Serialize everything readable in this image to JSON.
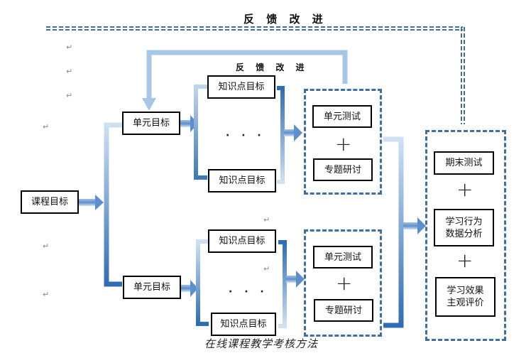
{
  "diagram": {
    "caption": "在线课程教学考核方法",
    "feedback_outer": "反 馈 改 进",
    "feedback_inner": "反 馈 改 进",
    "course_goal": "课程目标",
    "unit_goal_top": "单元目标",
    "unit_goal_bottom": "单元目标",
    "top_group": {
      "knowledge_first": "知识点目标",
      "ellipsis": "· · ·",
      "knowledge_last": "知识点目标",
      "unit_test": "单元测试",
      "plus": "+",
      "topic_study": "专题研讨"
    },
    "bottom_group": {
      "knowledge_first": "知识点目标",
      "ellipsis": "· · ·",
      "knowledge_last": "知识点目标",
      "unit_test": "单元测试",
      "plus": "+",
      "topic_study": "专题研讨"
    },
    "final_group": {
      "final_exam": "期末测试",
      "plus1": "+",
      "behavior_line1": "学习行为",
      "behavior_line2": "数据分析",
      "plus2": "+",
      "effect_line1": "学习效果",
      "effect_line2": "主观评价"
    },
    "return_mark": "↵",
    "colors": {
      "arrow_light": "#c9dcf0",
      "arrow_dark": "#2e6db3",
      "dashed_border": "#3f6f9f"
    }
  }
}
